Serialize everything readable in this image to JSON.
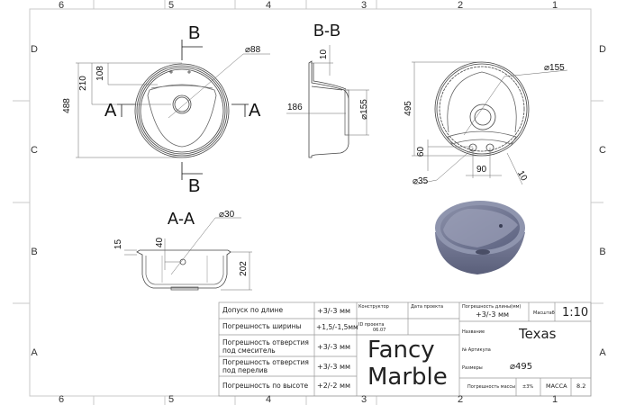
{
  "frame": {
    "columns": [
      "6",
      "5",
      "4",
      "3",
      "2",
      "1"
    ],
    "rows": [
      "D",
      "C",
      "B",
      "A"
    ]
  },
  "views": {
    "plan": {
      "section_a_label": "A",
      "section_b_label": "B",
      "dim_overall": "488",
      "dim_210": "210",
      "dim_108": "108",
      "dim_drain": "⌀88"
    },
    "section_bb": {
      "title": "B-B",
      "dim_depth": "186",
      "dim_rim": "10",
      "dim_drain": "⌀155"
    },
    "rear": {
      "dim_overall": "495",
      "dim_drain": "⌀155",
      "dim_60": "60",
      "dim_90": "90",
      "dim_10": "10",
      "dim_holes": "⌀35"
    },
    "section_aa": {
      "title": "A-A",
      "dim_overflow": "⌀30",
      "dim_15": "15",
      "dim_40": "40",
      "dim_202": "202"
    }
  },
  "title_block": {
    "tolerances": [
      {
        "label": "Допуск по длине",
        "value": "+3/-3 мм"
      },
      {
        "label": "Погрешность ширины",
        "value": "+1,5/-1,5мм"
      },
      {
        "label": "Погрешность отверстия под смеситель",
        "value": "+3/-3 мм"
      },
      {
        "label": "Погрешность отверстия под перелив",
        "value": "+3/-3 мм"
      },
      {
        "label": "Погрешность по высоте",
        "value": "+2/-2 мм"
      }
    ],
    "designer_label": "Конструктор",
    "date_label": "Дата проекта",
    "project_id_label": "ID проекта",
    "project_id_value": "06.07",
    "brand_line1": "Fancy",
    "brand_line2": "Marble",
    "length_tol_label": "Погрешность длины(мм)",
    "length_tol_value": "+3/-3 мм",
    "scale_label": "Масштаб",
    "scale_value": "1:10",
    "name_label": "Название",
    "name_value": "Texas",
    "article_label": "№ Артикула",
    "size_label": "Размеры",
    "size_value": "⌀495",
    "mass_tol_label": "Погрешность массы",
    "mass_tol_value": "±3%",
    "mass_label": "МАССА",
    "mass_value": "8.2"
  }
}
